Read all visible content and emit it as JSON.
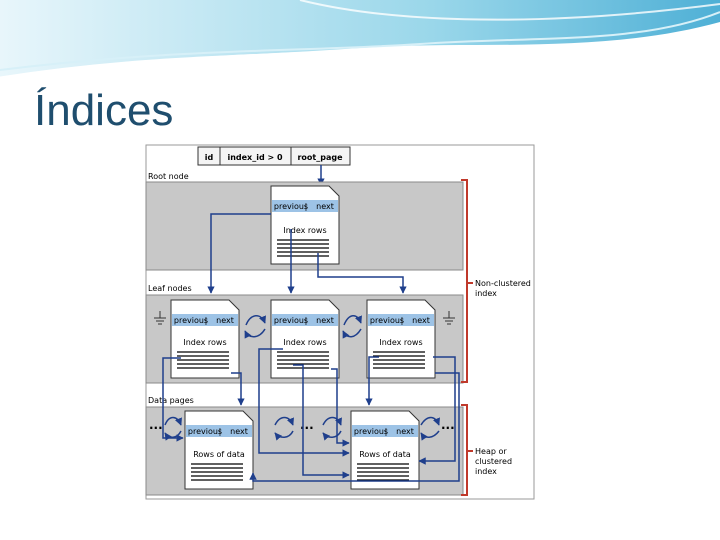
{
  "slide": {
    "title": "Índices"
  },
  "diagram": {
    "root_table": {
      "col_id": "id",
      "col_index_id": "index_id > 0",
      "col_root_page": "root_page"
    },
    "bands": {
      "root": "Root node",
      "leaf": "Leaf nodes",
      "data": "Data pages"
    },
    "page_header": {
      "previous": "previous",
      "next": "next"
    },
    "index_rows": "Index rows",
    "data_rows": "Rows of data",
    "ellipsis": "...",
    "brackets": {
      "nonclustered_line1": "Non-clustered",
      "nonclustered_line2": "index",
      "heap_line1": "Heap or",
      "heap_line2": "clustered",
      "heap_line3": "index"
    }
  },
  "colors": {
    "title": "#1f4e6e",
    "band_fill": "#c8c8c8",
    "page_header": "#9dc3e6",
    "arrow": "#1f3f8c",
    "bracket": "#c0392b",
    "wave_light": "#bfe6f1",
    "wave_dark": "#5ab4d6"
  }
}
